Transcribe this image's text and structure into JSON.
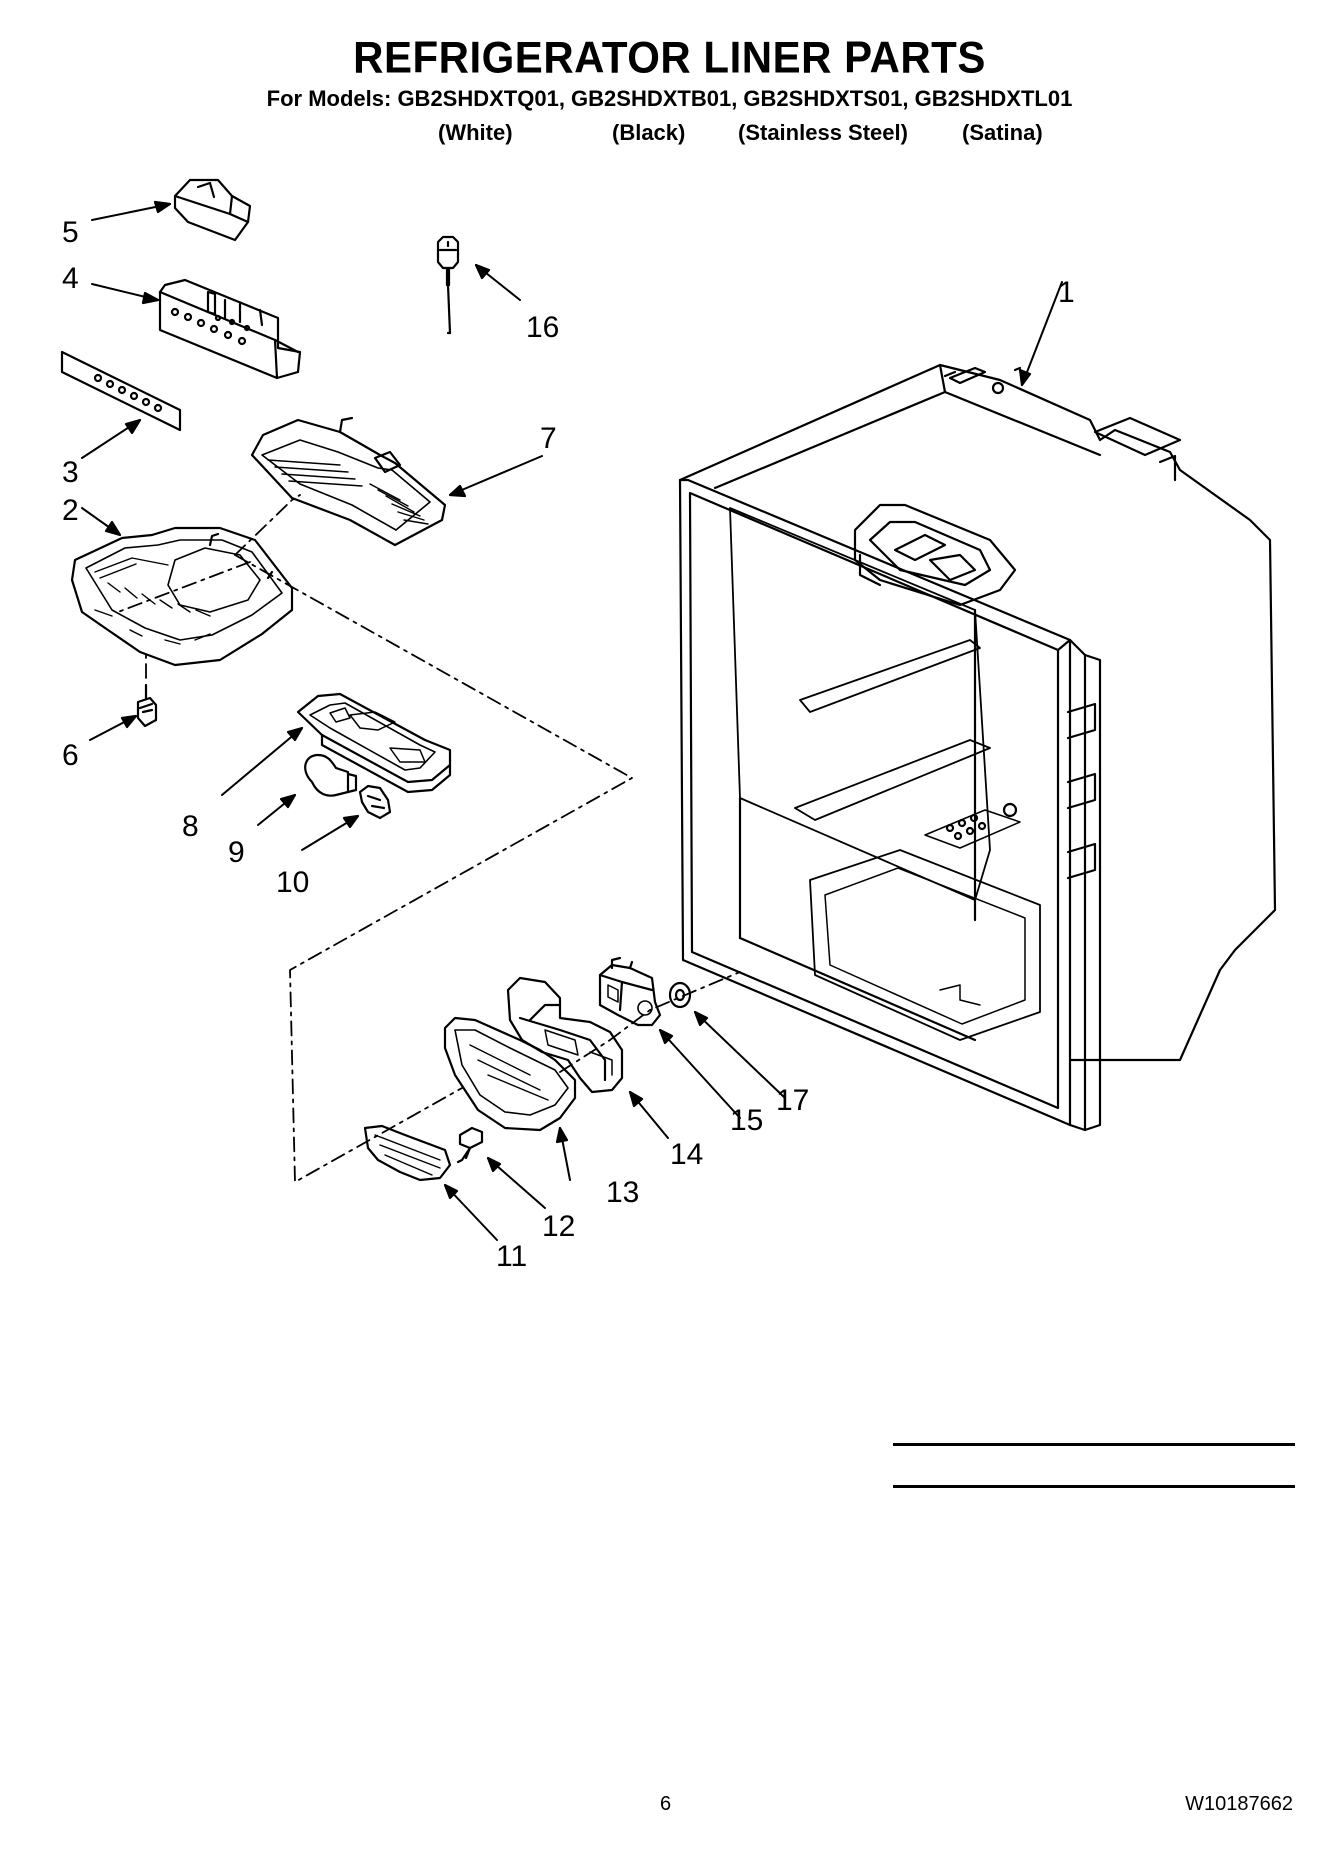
{
  "header": {
    "title": "REFRIGERATOR LINER PARTS",
    "models_line": "For Models: GB2SHDXTQ01, GB2SHDXTB01, GB2SHDXTS01, GB2SHDXTL01",
    "finishes": [
      "(White)",
      "(Black)",
      "(Stainless Steel)",
      "(Satina)"
    ]
  },
  "callouts": [
    "1",
    "2",
    "3",
    "4",
    "5",
    "6",
    "7",
    "8",
    "9",
    "10",
    "11",
    "12",
    "13",
    "14",
    "15",
    "16",
    "17"
  ],
  "footer": {
    "page_number": "6",
    "document_number": "W10187662"
  }
}
